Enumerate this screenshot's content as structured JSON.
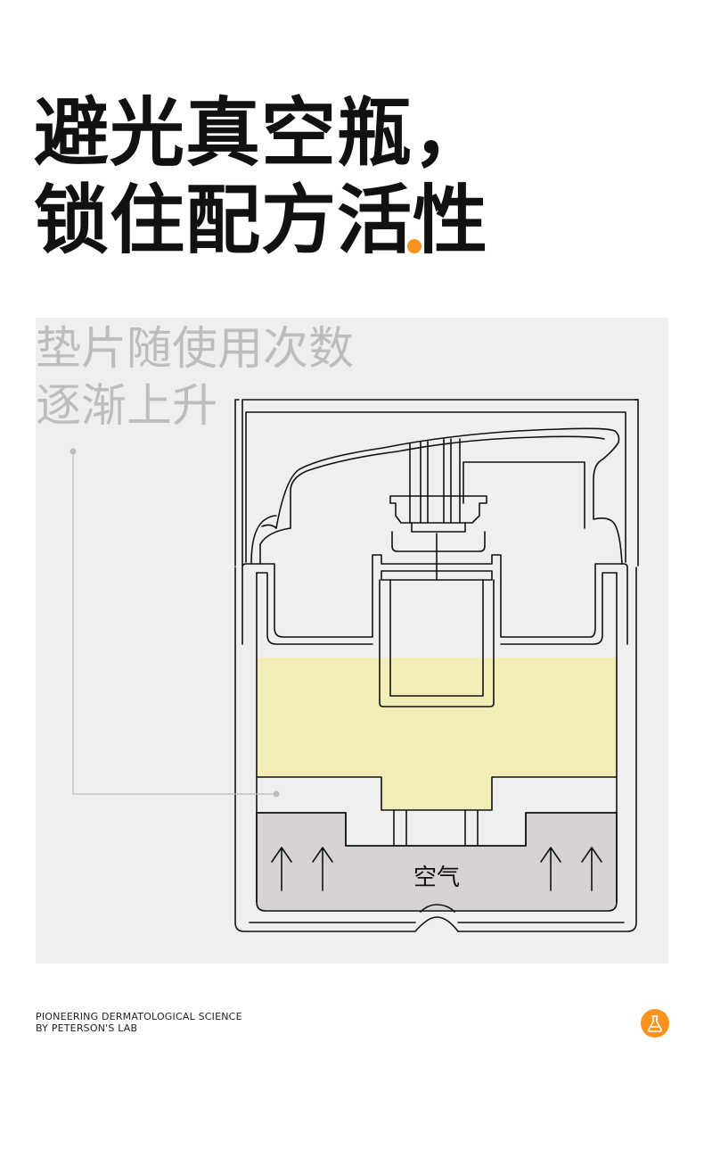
{
  "headline": {
    "line1": "避光真空瓶，",
    "line2": "锁住配方活性",
    "accent_color": "#f7931e"
  },
  "illustration": {
    "caption_line1": "垫片随使用次数",
    "caption_line2": "逐渐上升",
    "air_label": "空气",
    "product_color": "#f3edb8",
    "air_color": "#d7d3d3",
    "icons": [
      "arrow-up-icon",
      "arrow-up-icon",
      "arrow-up-icon",
      "arrow-up-icon"
    ]
  },
  "footer": {
    "line1": "PIONEERING DERMATOLOGICAL SCIENCE",
    "line2": "BY PETERSON'S LAB",
    "logo_icon": "flask-icon"
  }
}
